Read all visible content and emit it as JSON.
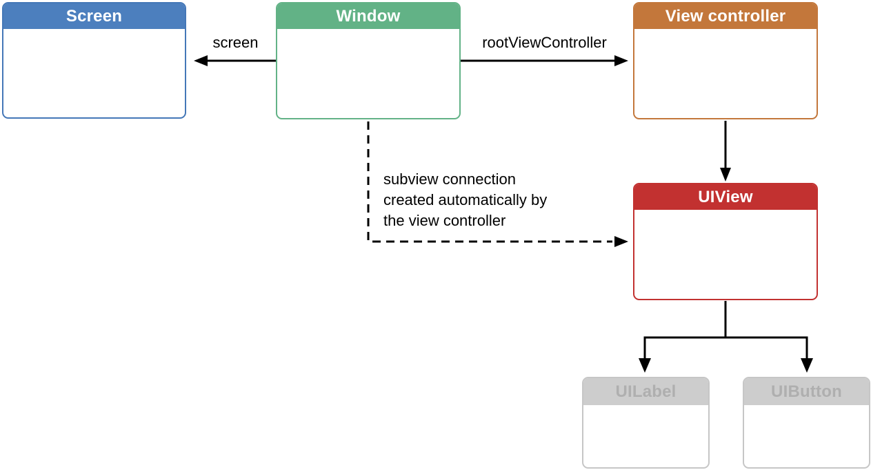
{
  "diagram": {
    "title": "UIKit window and view hierarchy diagram",
    "connector_color": "#000000",
    "background_color": "#FFFFFF",
    "boxes": {
      "screen": {
        "title": "Screen",
        "header_color": "#4C7FBE",
        "border_color": "#4477B7",
        "title_color": "#FFFFFF"
      },
      "window": {
        "title": "Window",
        "header_color": "#62B286",
        "border_color": "#62B286",
        "title_color": "#FFFFFF"
      },
      "view_controller": {
        "title": "View controller",
        "header_color": "#C3773B",
        "border_color": "#C3773B",
        "title_color": "#FFFFFF"
      },
      "uiview": {
        "title": "UIView",
        "header_color": "#C23130",
        "border_color": "#C23130",
        "title_color": "#FFFFFF"
      },
      "uilabel": {
        "title": "UILabel",
        "header_color": "#CDCDCD",
        "border_color": "#C6C6C6",
        "title_color": "#AFAFAF"
      },
      "uibutton": {
        "title": "UIButton",
        "header_color": "#CDCDCD",
        "border_color": "#C6C6C6",
        "title_color": "#AFAFAF"
      }
    },
    "connections": {
      "screen_arrow_label": "screen",
      "root_view_controller_arrow_label": "rootViewController",
      "subview_note_lines": [
        "subview connection",
        "created automatically by",
        "the view controller"
      ]
    }
  }
}
